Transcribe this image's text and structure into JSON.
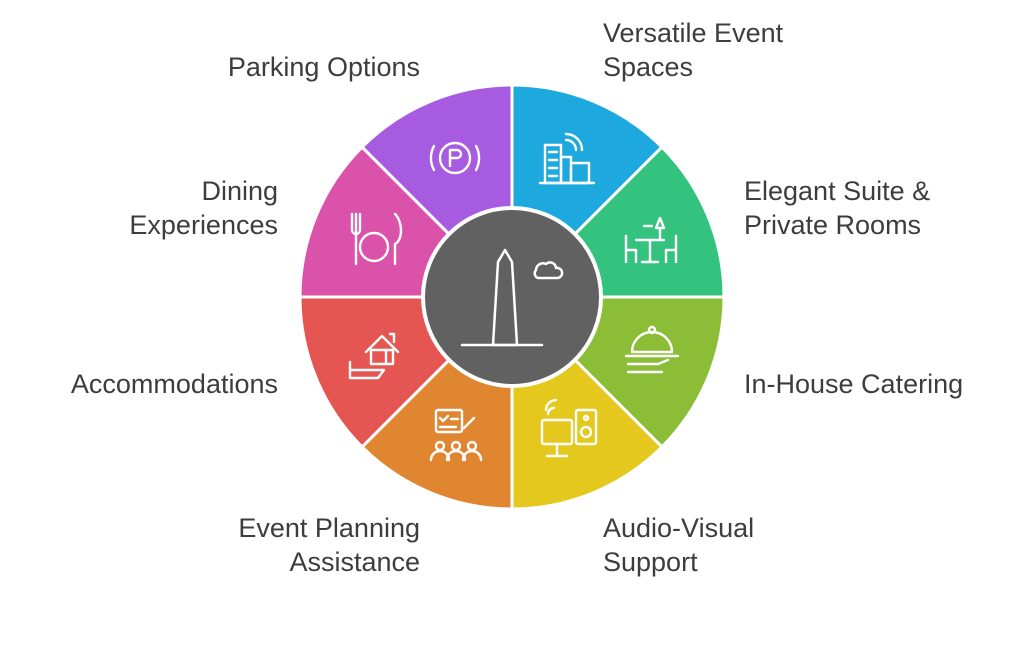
{
  "diagram": {
    "center_icon": "monument-icon",
    "segments": [
      {
        "key": "versatile-event-spaces",
        "lines": [
          "Versatile Event",
          "Spaces"
        ],
        "color": "#1ea9de",
        "icon": "building-icon"
      },
      {
        "key": "elegant-suite",
        "lines": [
          "Elegant Suite &",
          "Private Rooms"
        ],
        "color": "#34c37e",
        "icon": "dining-table-icon"
      },
      {
        "key": "in-house-catering",
        "lines": [
          "In-House Catering"
        ],
        "color": "#8cbd37",
        "icon": "cloche-icon"
      },
      {
        "key": "audio-visual-support",
        "lines": [
          "Audio-Visual",
          "Support"
        ],
        "color": "#e5c81d",
        "icon": "monitor-speaker-icon"
      },
      {
        "key": "event-planning-assistance",
        "lines": [
          "Event Planning",
          "Assistance"
        ],
        "color": "#e08631",
        "icon": "planning-team-icon"
      },
      {
        "key": "accommodations",
        "lines": [
          "Accommodations"
        ],
        "color": "#e55652",
        "icon": "house-icon"
      },
      {
        "key": "dining-experiences",
        "lines": [
          "Dining",
          "Experiences"
        ],
        "color": "#db52aa",
        "icon": "plate-cutlery-icon"
      },
      {
        "key": "parking-options",
        "lines": [
          "Parking Options"
        ],
        "color": "#a75be0",
        "icon": "parking-icon"
      }
    ]
  }
}
